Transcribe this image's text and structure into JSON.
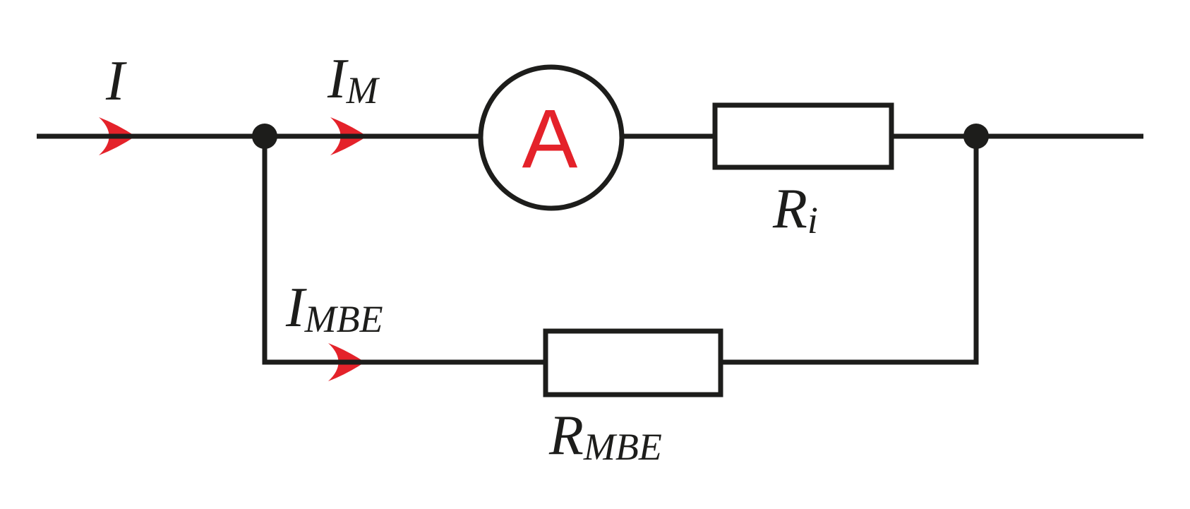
{
  "diagram": {
    "type": "circuit-schematic",
    "description_visible_text_only": "",
    "colors": {
      "wire": "#1d1d1b",
      "accent_red": "#e4222a",
      "component_fill": "#ffffff",
      "background": "#ffffff"
    },
    "labels": {
      "current_total": {
        "base": "I",
        "sub": ""
      },
      "current_meter": {
        "base": "I",
        "sub": "M"
      },
      "current_shunt": {
        "base": "I",
        "sub": "MBE"
      },
      "ammeter_letter": "A",
      "resistor_internal": {
        "base": "R",
        "sub": "i"
      },
      "resistor_shunt": {
        "base": "R",
        "sub": "MBE"
      }
    },
    "arrows": [
      {
        "id": "total-current",
        "direction": "right"
      },
      {
        "id": "meter-current",
        "direction": "right"
      },
      {
        "id": "shunt-current",
        "direction": "right"
      }
    ],
    "junction_count": "2"
  }
}
